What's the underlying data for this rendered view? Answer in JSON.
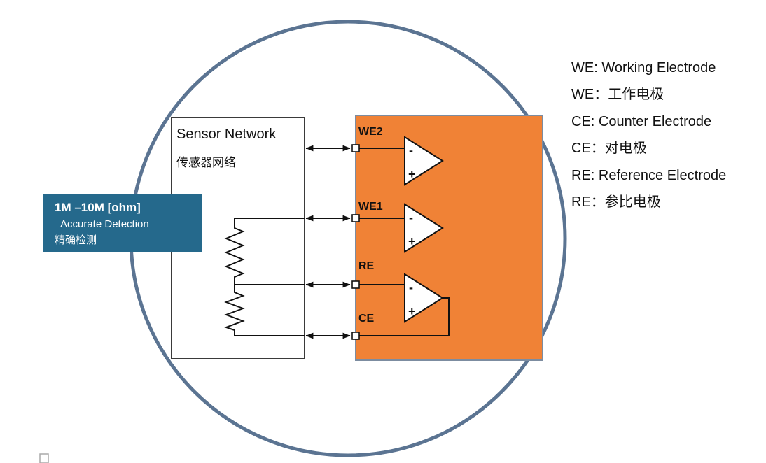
{
  "diagram": {
    "sensor_box": {
      "title": "Sensor Network",
      "subtitle": "传感器网络"
    },
    "electrodes": [
      {
        "label": "WE2"
      },
      {
        "label": "WE1"
      },
      {
        "label": "RE"
      },
      {
        "label": "CE"
      }
    ],
    "opamp": {
      "minus": "-",
      "plus": "+"
    },
    "callout": {
      "line1": "1M –10M [ohm]",
      "line2": "Accurate Detection",
      "line3": "精确检测"
    },
    "legend": [
      "WE: Working Electrode",
      "WE：工作电极",
      "CE: Counter Electrode",
      "CE：对电极",
      "RE: Reference Electrode",
      "RE：参比电极"
    ],
    "colors": {
      "orange_fill": "#F08236",
      "circle_stroke": "#5B7492",
      "callout_bg": "#25698C",
      "outline": "#3A3A3A"
    }
  }
}
